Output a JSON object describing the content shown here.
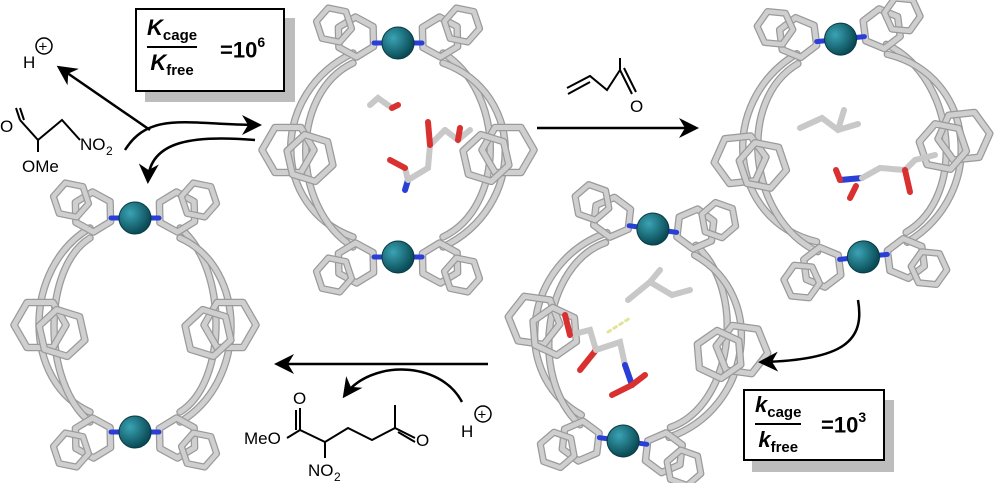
{
  "box_top": {
    "num_symbol": "K",
    "num_sub": "cage",
    "den_symbol": "K",
    "den_sub": "free",
    "equals": "=",
    "value_base": "10",
    "value_exp": "6"
  },
  "box_bottom": {
    "num_symbol": "k",
    "num_sub": "cage",
    "den_symbol": "k",
    "den_sub": "free",
    "equals": "=",
    "value_base": "10",
    "value_exp": "3"
  },
  "proton_top": {
    "symbol": "H",
    "charge": "+"
  },
  "proton_bottom": {
    "symbol": "H",
    "charge": "+"
  },
  "nitroacetate": {
    "carbonyl_o": "O",
    "nitro": "NO",
    "nitro_sub": "2",
    "ester": "OMe"
  },
  "enone": {
    "carbonyl_o": "O"
  },
  "product": {
    "ester_o": "O",
    "ester": "MeO",
    "ketone_o": "O",
    "nitro": "NO",
    "nitro_sub": "2"
  },
  "colors": {
    "cage_stick": "#cfcfcf",
    "cage_outline": "#9a9a9a",
    "metal": "#0f6270",
    "nitrogen": "#2a3fd6",
    "oxygen": "#d93030",
    "box_shadow": "#bdbdbd"
  }
}
